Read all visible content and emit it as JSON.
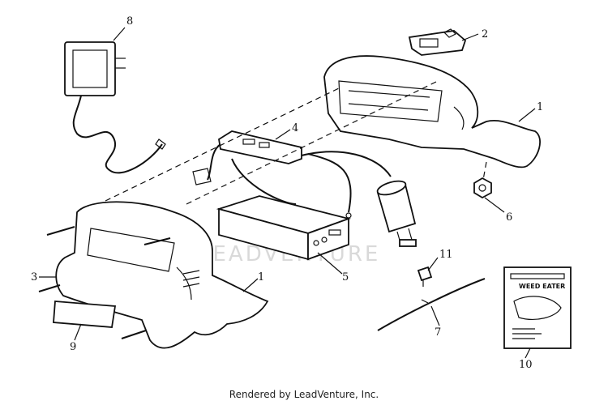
{
  "footer": {
    "text": "Rendered by LeadVenture, Inc."
  },
  "watermark": {
    "text": "LEADVENTURE"
  },
  "manual_cover": {
    "brand_text": "WEED EATER"
  },
  "callouts": {
    "c1a": "1",
    "c1b": "1",
    "c2": "2",
    "c3": "3",
    "c4": "4",
    "c5": "5",
    "c6": "6",
    "c7": "7",
    "c8": "8",
    "c9": "9",
    "c10": "10",
    "c11": "11"
  }
}
